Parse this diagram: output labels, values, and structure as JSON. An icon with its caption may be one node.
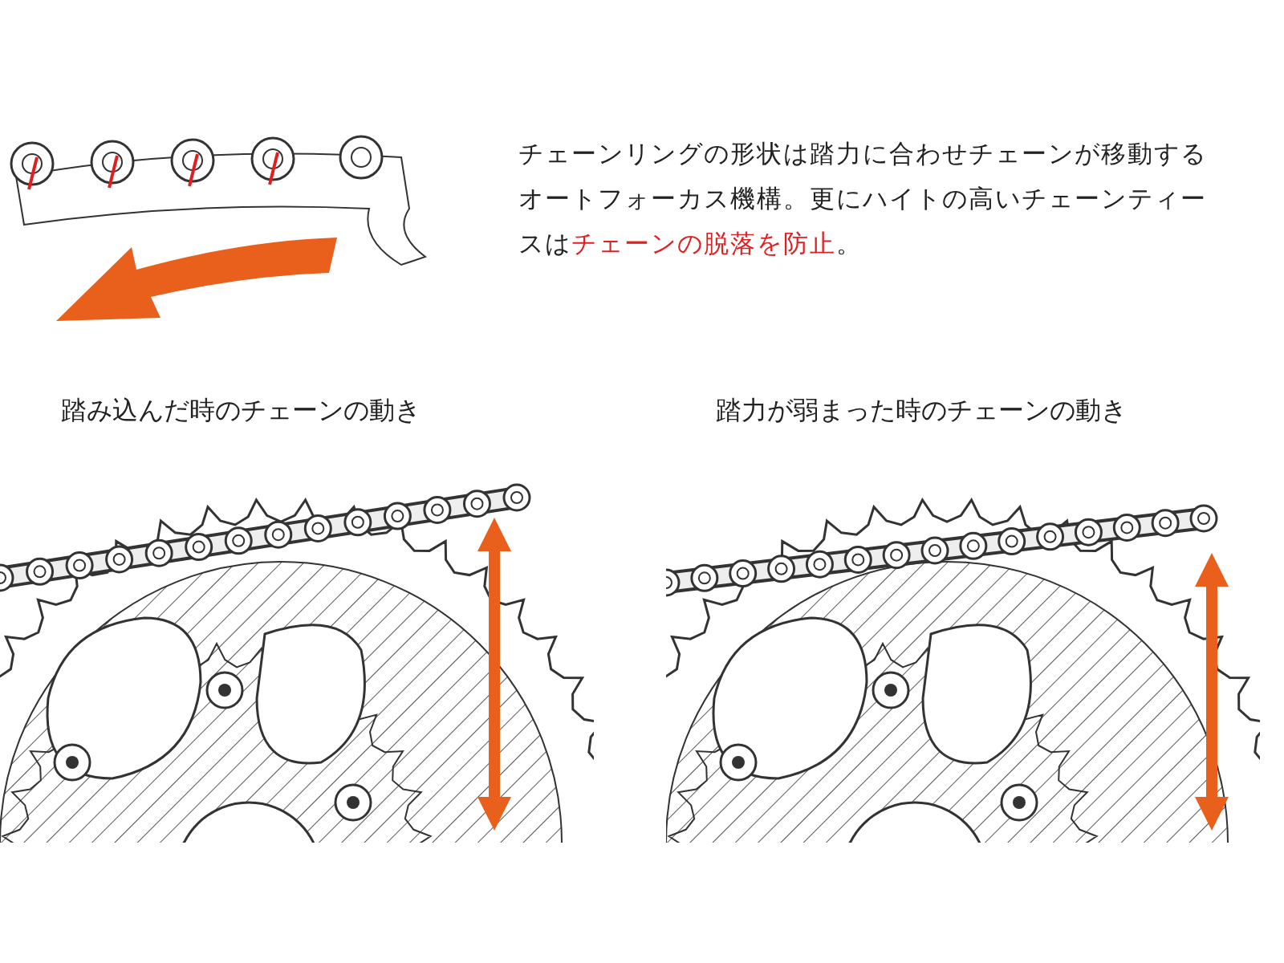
{
  "diagram": {
    "labels": [
      "チェーンリングの形状は踏力に合わせチェーンが移動するオートフォーカス機構。更にハイトの高いチェーンティースは**チェーンの脱落を防止**。",
      "踏み込んだ時のチェーンの動き",
      "踏力が弱まった時のチェーンの動き"
    ]
  }
}
